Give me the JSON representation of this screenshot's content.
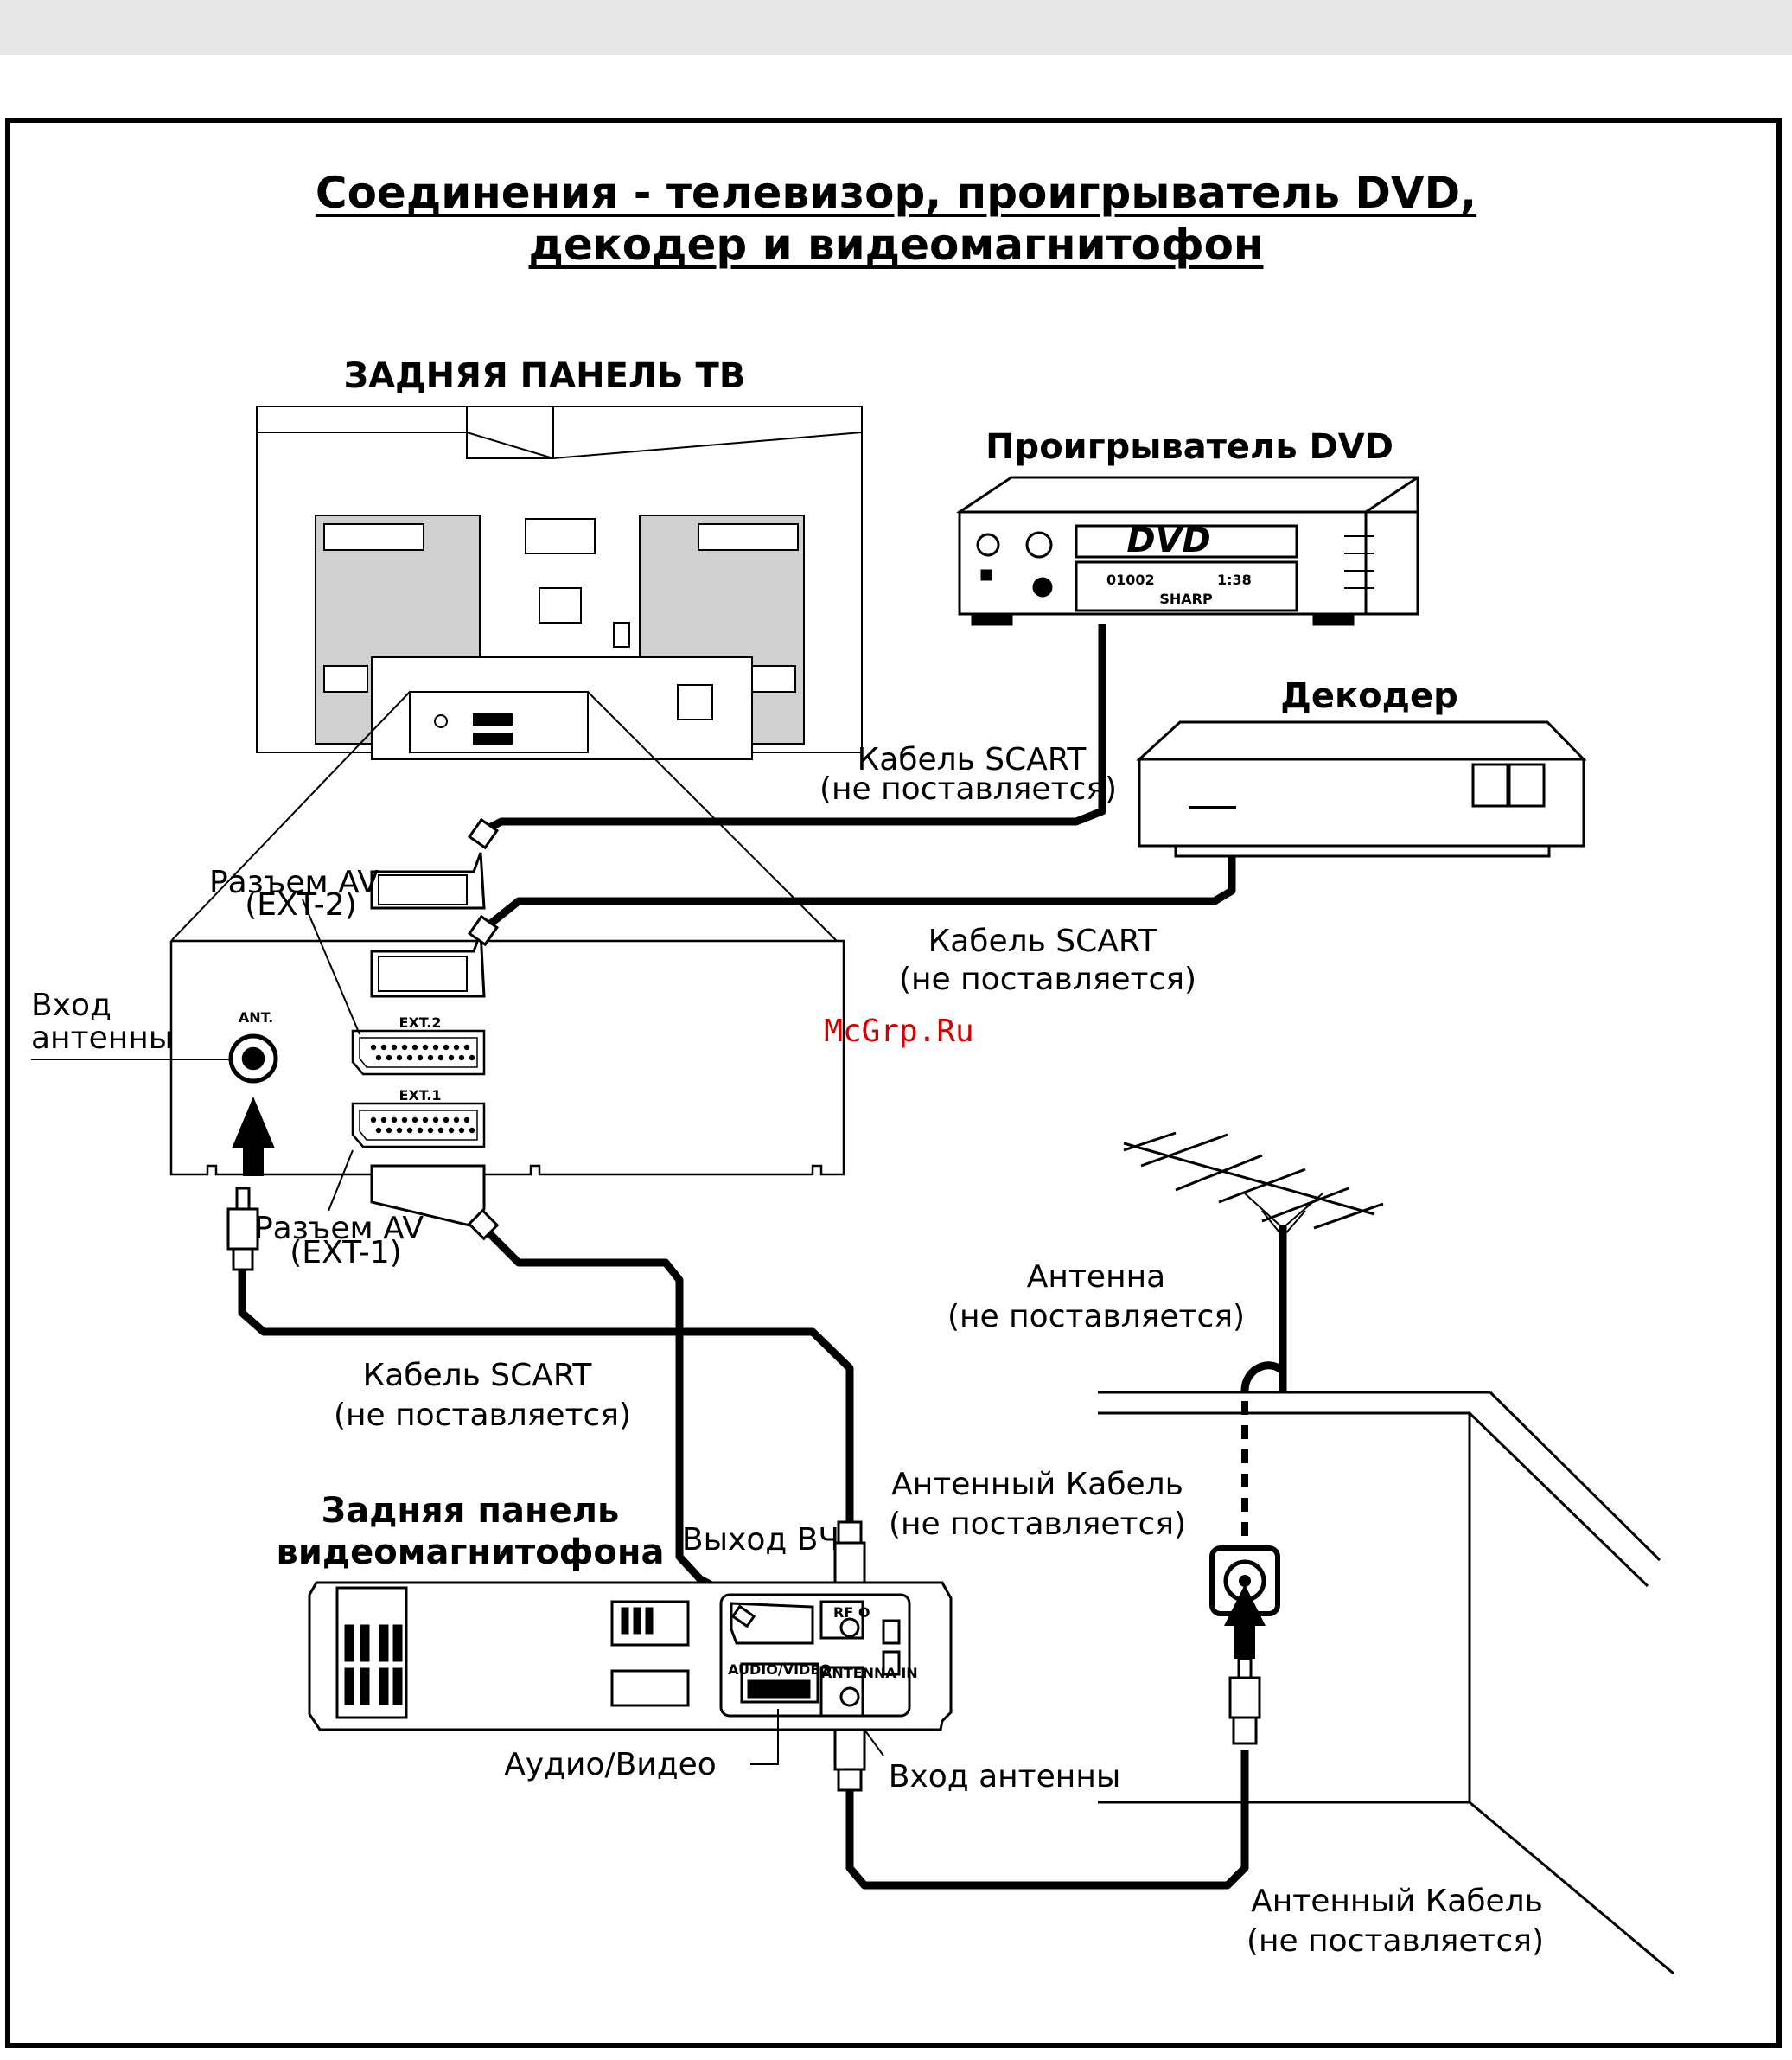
{
  "title": {
    "line1": "Соединения - телевизор, проигрыватель DVD,",
    "line2": "декодер и видеомагнитофон"
  },
  "devices": {
    "tv_back": "ЗАДНЯЯ ПАНЕЛЬ ТВ",
    "dvd": "Проигрыватель DVD",
    "decoder": "Декодер",
    "vcr_back_1": "Задняя панель",
    "vcr_back_2": "видеомагнитофона"
  },
  "dvd_display": {
    "logo": "DVD",
    "counter": "01002",
    "time": "1:38",
    "brand": "SHARP"
  },
  "labels": {
    "scart_top_1": "Кабель SCART",
    "scart_top_2": "(не поставляется)",
    "scart_mid_1": "Кабель SCART",
    "scart_mid_2": "(не поставляется)",
    "scart_low_1": "Кабель SCART",
    "scart_low_2": "(не поставляется)",
    "av_ext2_1": "Разъем AV",
    "av_ext2_2": "(EXT-2)",
    "av_ext1_1": "Разъем AV",
    "av_ext1_2": "(EXT-1)",
    "ant_in_1": "Вход",
    "ant_in_2": "антенны",
    "ant_port": "ANT.",
    "ext2": "EXT.2",
    "ext1": "EXT.1",
    "antenna_1": "Антенна",
    "antenna_2": "(не поставляется)",
    "ant_cable_top_1": "Антенный Кабель",
    "ant_cable_top_2": "(не поставляется)",
    "rf_out": "Выход ВЧ",
    "vcr_rf": "RF O",
    "vcr_av": "AUDIO/VIDEO",
    "vcr_antenna": "ANTENNA IN",
    "audio_video": "Аудио/Видео",
    "vcr_ant_in": "Вход  антенны",
    "ant_cable_bottom_1": "Антенный Кабель",
    "ant_cable_bottom_2": "(не поставляется)"
  },
  "watermark": "McGrp.Ru",
  "colors": {
    "watermark": "#d40000",
    "panel_fill": "#d0d0d0",
    "ink": "#000000"
  }
}
